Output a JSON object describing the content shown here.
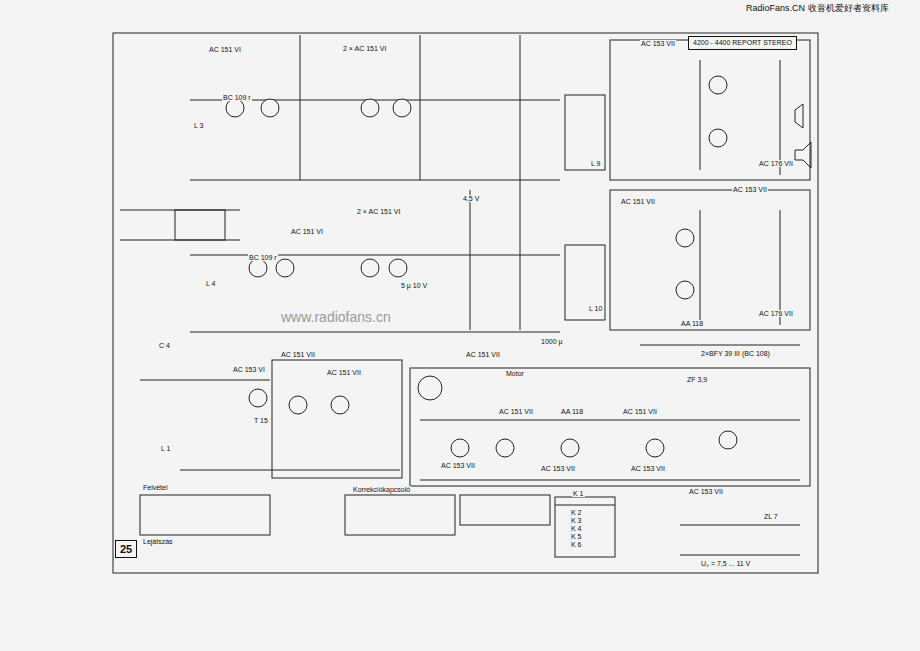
{
  "diagram": {
    "title": "4200 - 4400 REPORT STEREO",
    "nodes": [
      {
        "text": [
          "4200 - 4400 REPORT STEREO"
        ]
      },
      {
        "text": [
          "25"
        ]
      }
    ],
    "labels": [
      "RadioFans.CN 收音机爱好者资料库",
      "AC 151 VI",
      "2 × AC 151 VI",
      "AC 153 VII",
      "BC 109 r",
      "AC 176 VII",
      "2 × AC 151 VI",
      "AC 151 VI",
      "BC 109 r",
      "AC 151 VII",
      "AC 153 VII",
      "AC 176 VII",
      "AA 118",
      "2×BFY 39 III (BC 108)",
      "AC 153 VI",
      "AC 151 VII",
      "AC 151 VII",
      "AC 151 VII",
      "AC 151 VII",
      "AA 118",
      "AC 151 VII",
      "AC 153 VII",
      "AC 153 VII",
      "AC 153 VII",
      "AC 153 VII",
      "ZF 3,9",
      "ZL 7",
      "Motor",
      "Felvétel",
      "Lejátszás",
      "Korrekciókapcsoló",
      "K 1",
      "K 2",
      "K 3",
      "K 4",
      "K 5",
      "K 6",
      "www.radiofans.cn",
      "L 3",
      "L 4",
      "L 1",
      "T 15",
      "4,5 V",
      "L 9",
      "L 10",
      "5 μ 10 V",
      "1000 μ",
      "C 4",
      "U₀ = 7,5 ... 11 V"
    ]
  }
}
